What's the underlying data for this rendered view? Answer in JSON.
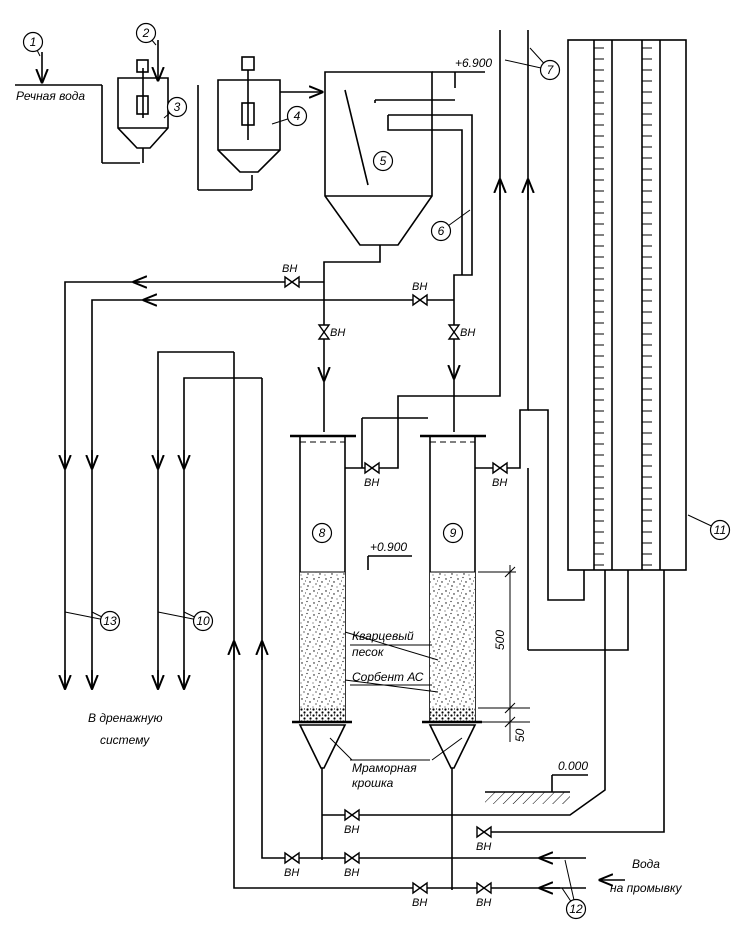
{
  "labels": {
    "river_water": "Речная вода",
    "drainage_line1": "В дренажную",
    "drainage_line2": "систему",
    "wash_water_line1": "Вода",
    "wash_water_line2": "на промывку",
    "quartz_sand_line1": "Кварцевый",
    "quartz_sand_line2": "песок",
    "sorbent": "Сорбент АС",
    "marble_line1": "Мраморная",
    "marble_line2": "крошка"
  },
  "elevations": {
    "top": "+6.900",
    "mid": "+0.900",
    "zero": "0.000"
  },
  "dimensions": {
    "layer": "500",
    "support": "50"
  },
  "valve_label": "ВН",
  "callouts": [
    "1",
    "2",
    "3",
    "4",
    "5",
    "6",
    "7",
    "8",
    "9",
    "10",
    "11",
    "12",
    "13"
  ]
}
